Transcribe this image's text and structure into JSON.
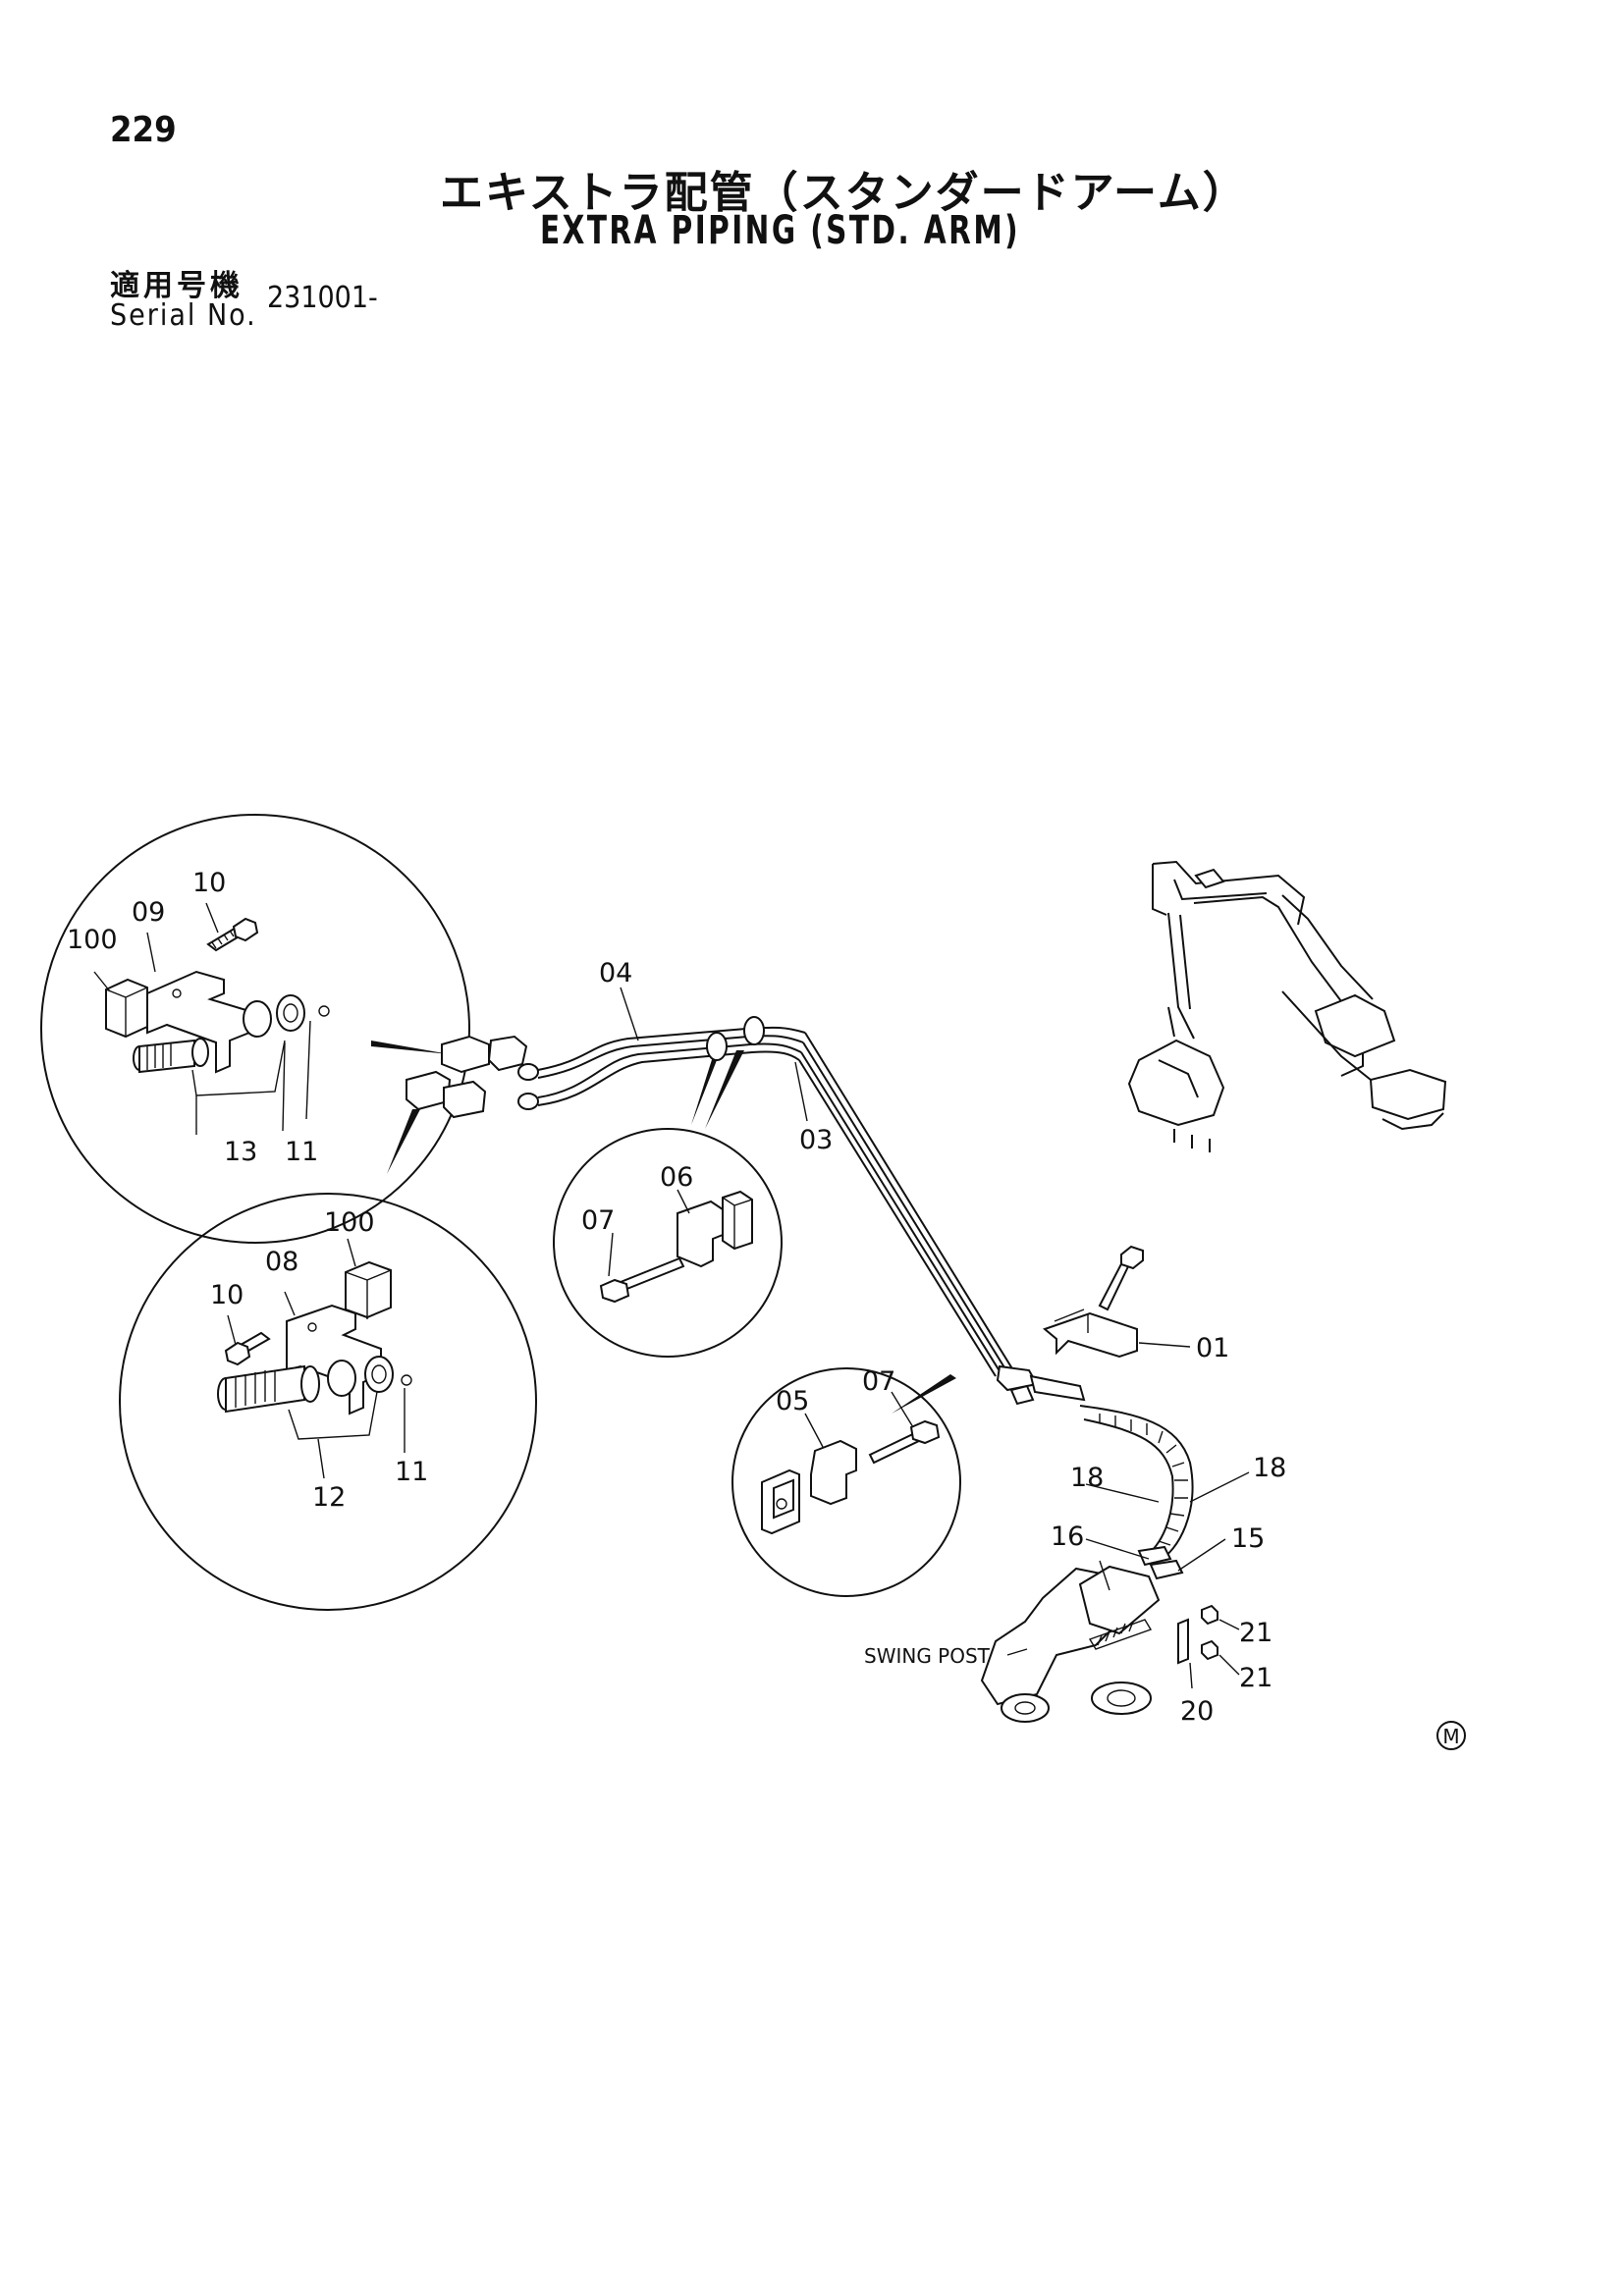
{
  "page_number": "229",
  "title_ja": "エキストラ配管（スタンダードアーム）",
  "title_en": "EXTRA PIPING (STD. ARM)",
  "serial_label_ja": "適用号機",
  "serial_label_en": "Serial No.",
  "serial_value": "231001-",
  "swing_post_label": "SWING POST",
  "mark_symbol": "M",
  "callouts": {
    "c01": "01",
    "c03": "03",
    "c04": "04",
    "c05": "05",
    "c06": "06",
    "c07a": "07",
    "c07b": "07",
    "c08": "08",
    "c09": "09",
    "c10a": "10",
    "c10b": "10",
    "c11a": "11",
    "c11b": "11",
    "c12": "12",
    "c13": "13",
    "c15": "15",
    "c16": "16",
    "c18a": "18",
    "c18b": "18",
    "c20": "20",
    "c21a": "21",
    "c21b": "21",
    "c100a": "100",
    "c100b": "100"
  }
}
